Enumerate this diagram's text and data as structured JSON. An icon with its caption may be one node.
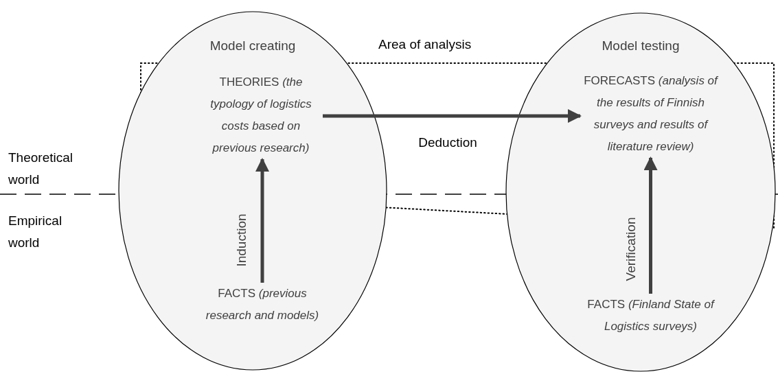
{
  "diagram": {
    "nodes": [
      {
        "text": [
          "Model creating"
        ]
      },
      {
        "text": [
          "THEORIES *(the typology of logistics costs based on previous research)*"
        ],
        "in": 0
      },
      {
        "text": [
          "FACTS *(previous research and models)*"
        ],
        "in": 0
      },
      {
        "text": [
          "Model testing"
        ]
      },
      {
        "text": [
          "FORECASTS *(analysis of the results of Finnish surveys and results of literature review)*"
        ],
        "in": 3
      },
      {
        "text": [
          "FACTS *(Finland State of Logistics surveys)*"
        ],
        "in": 3
      }
    ],
    "edges": [
      {
        "from": 2,
        "to": 1,
        "arrow": "to",
        "label": "Induction"
      },
      {
        "from": 1,
        "to": 4,
        "arrow": "to",
        "label": "Deduction"
      },
      {
        "from": 5,
        "to": 4,
        "arrow": "to",
        "label": "Verification"
      }
    ],
    "labels": [
      "Area of analysis",
      "Theoretical world",
      "Empirical world"
    ]
  }
}
